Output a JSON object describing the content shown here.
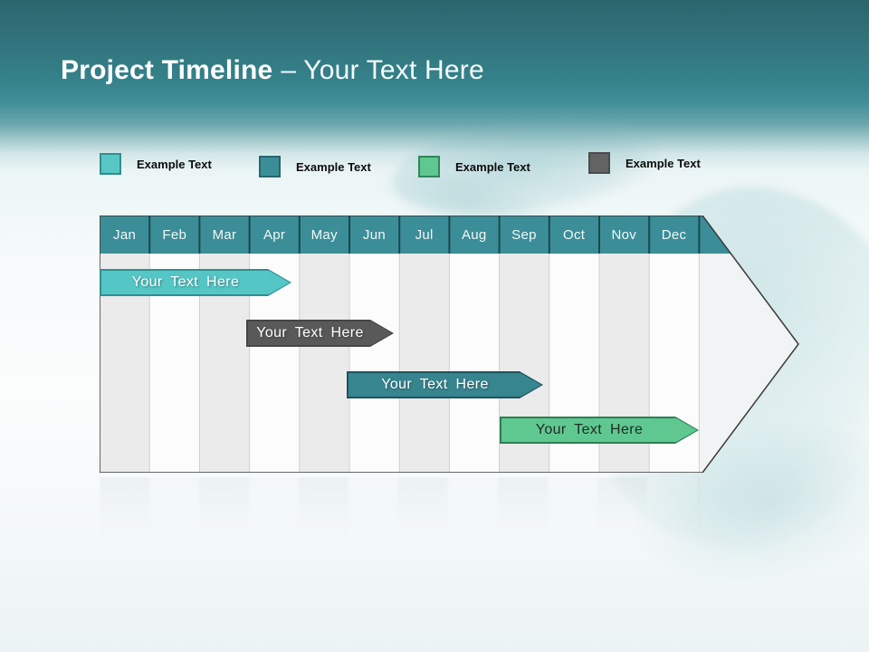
{
  "slide": {
    "title": {
      "main": "Project Timeline",
      "suffix": "– Your Text Here"
    }
  },
  "legend": {
    "items": [
      {
        "label": "Example Text",
        "fill": "#57c6c4",
        "border": "#2e8f8f"
      },
      {
        "label": "Example Text",
        "fill": "#3b8e97",
        "border": "#27666d"
      },
      {
        "label": "Example Text",
        "fill": "#5ec88f",
        "border": "#31855b"
      },
      {
        "label": "Example Text",
        "fill": "#636363",
        "border": "#4c4c4c"
      }
    ]
  },
  "timeline": {
    "months": [
      "Jan",
      "Feb",
      "Mar",
      "Apr",
      "May",
      "Jun",
      "Jul",
      "Aug",
      "Sep",
      "Oct",
      "Nov",
      "Dec"
    ],
    "header_color": "#3b8e97",
    "header_text_color": "#f2f8f8",
    "header_separator_color": "#1d464d",
    "grid_line_color": "#cbd0d0",
    "stripe_color_odd": "#ebebeb",
    "stripe_color_even": "#fcfcfc",
    "arrow_body_color": "#f1f4f4",
    "arrow_outline_color": "#3a3a3a",
    "bars": [
      {
        "label": "Your Text Here",
        "fill": "#55c6c6",
        "border": "#2e8f94",
        "text_color": "#ffffff",
        "start_month": "Jan",
        "end_month": "Mar"
      },
      {
        "label": "Your Text Here",
        "fill": "#595959",
        "border": "#454545",
        "text_color": "#ffffff",
        "start_month": "Apr",
        "end_month": "May"
      },
      {
        "label": "Your Text Here",
        "fill": "#36858f",
        "border": "#1d545d",
        "text_color": "#ffffff",
        "start_month": "Jun",
        "end_month": "Aug"
      },
      {
        "label": "Your Text Here",
        "fill": "#5fc890",
        "border": "#2f7e54",
        "text_color": "#1f2b26",
        "start_month": "Sep",
        "end_month": "Nov"
      }
    ]
  },
  "colors": {
    "banner_top": "#2b656d",
    "banner_mid": "#35828b",
    "title_text": "#ffffff",
    "legend_text": "#0c0c0c"
  }
}
